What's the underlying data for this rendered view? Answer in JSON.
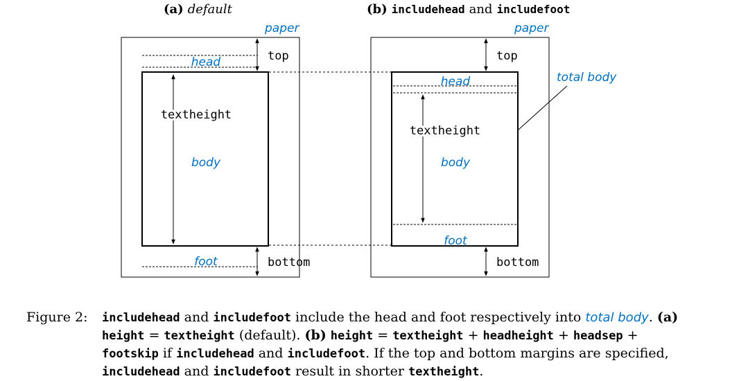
{
  "colors": {
    "accent": "#0070c0",
    "line": "#000000"
  },
  "panel_a": {
    "label": "(a)",
    "title": "default",
    "paper": "paper",
    "head": "head",
    "top": "top",
    "textheight": "textheight",
    "body": "body",
    "foot": "foot",
    "bottom": "bottom"
  },
  "panel_b": {
    "label": "(b)",
    "title_code_1": "includehead",
    "title_and": "and",
    "title_code_2": "includefoot",
    "paper": "paper",
    "top": "top",
    "total_body": "total body",
    "head": "head",
    "textheight": "textheight",
    "body": "body",
    "foot": "foot",
    "bottom": "bottom"
  },
  "caption": {
    "label": "Figure 2:",
    "p1": "includehead",
    "p2": " and ",
    "p3": "includefoot",
    "p4": " include the head and foot respectively into ",
    "p5": "total body",
    "p6": ". ",
    "p7": "(a)",
    "p8": "height",
    "p9": " = ",
    "p10": "textheight",
    "p11": " (default). ",
    "p12": "(b)",
    "p13": "height",
    "p14": " = ",
    "p15": "textheight",
    "p16": " + ",
    "p17": "headheight",
    "p18": " + ",
    "p19": "headsep",
    "p20": " + ",
    "p21": "footskip",
    "p22": " if ",
    "p23": "includehead",
    "p24": " and ",
    "p25": "includefoot",
    "p26": ". If the top and bottom margins are specified, ",
    "p27": "includehead",
    "p28": " and ",
    "p29": "includefoot",
    "p30": " result in shorter ",
    "p31": "textheight",
    "p32": "."
  }
}
